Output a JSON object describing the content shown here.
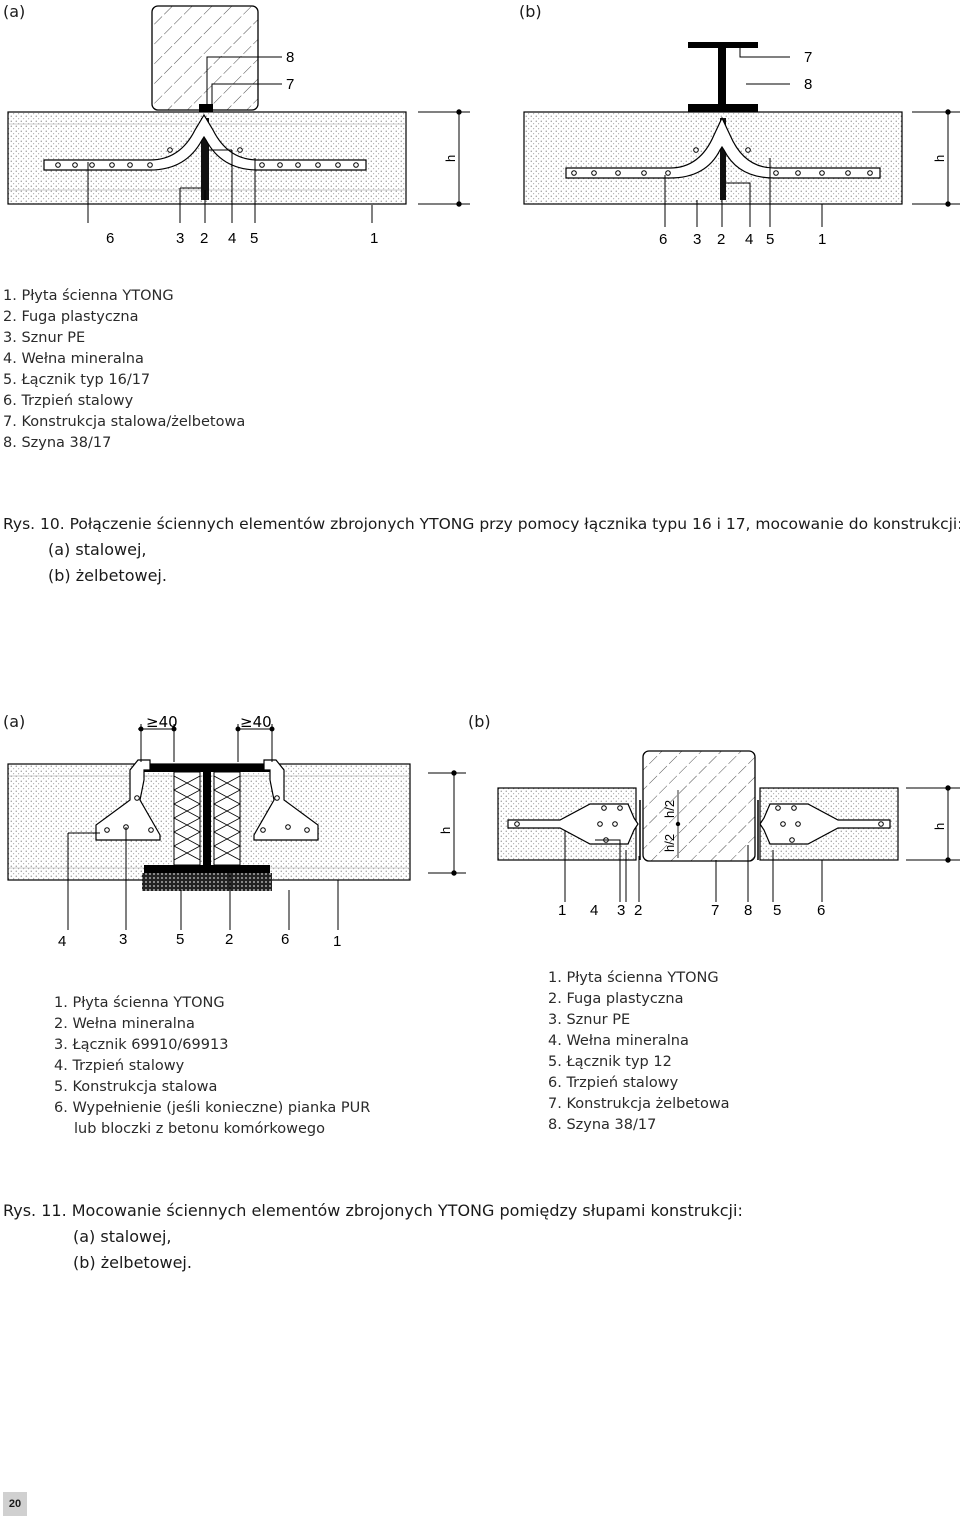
{
  "fig10": {
    "label_a": "(a)",
    "label_b": "(b)",
    "a_markers": [
      "6",
      "3",
      "2",
      "4",
      "5",
      "1"
    ],
    "a_top_markers": [
      "8",
      "7"
    ],
    "b_markers": [
      "6",
      "3",
      "2",
      "4",
      "5",
      "1"
    ],
    "b_top_markers": [
      "7",
      "8"
    ],
    "h": "h",
    "legend": [
      "1. Płyta ścienna YTONG",
      "2. Fuga plastyczna",
      "3. Sznur PE",
      "4. Wełna mineralna",
      "5. Łącznik typ 16/17",
      "6. Trzpień stalowy",
      "7. Konstrukcja stalowa/żelbetowa",
      "8. Szyna 38/17"
    ],
    "caption": {
      "line1": "Rys. 10. Połączenie ściennych elementów zbrojonych YTONG przy pomocy łącznika typu 16 i 17, mocowanie do konstrukcji:",
      "line2": "(a) stalowej,",
      "line3": "(b) żelbetowej."
    }
  },
  "fig11": {
    "label_a": "(a)",
    "label_b": "(b)",
    "dim_a1": "≥40",
    "dim_a2": "≥40",
    "h": "h",
    "half_h": "h/2",
    "a_markers": [
      "4",
      "3",
      "5",
      "2",
      "6",
      "1"
    ],
    "b_markers": [
      "1",
      "4",
      "3",
      "2",
      "7",
      "8",
      "5",
      "6"
    ],
    "legend_a": [
      "1. Płyta ścienna YTONG",
      "2. Wełna mineralna",
      "3. Łącznik 69910/69913",
      "4. Trzpień stalowy",
      "5. Konstrukcja stalowa",
      "6. Wypełnienie (jeśli konieczne) pianka PUR",
      "lub bloczki z betonu komórkowego"
    ],
    "legend_b": [
      "1. Płyta ścienna YTONG",
      "2. Fuga plastyczna",
      "3. Sznur PE",
      "4. Wełna mineralna",
      "5. Łącznik typ 12",
      "6. Trzpień stalowy",
      "7. Konstrukcja żelbetowa",
      "8. Szyna 38/17"
    ],
    "caption": {
      "line1": "Rys. 11. Mocowanie ściennych elementów zbrojonych YTONG pomiędzy słupami konstrukcji:",
      "line2": "(a) stalowej,",
      "line3": "(b) żelbetowej."
    }
  },
  "page_number": "20"
}
